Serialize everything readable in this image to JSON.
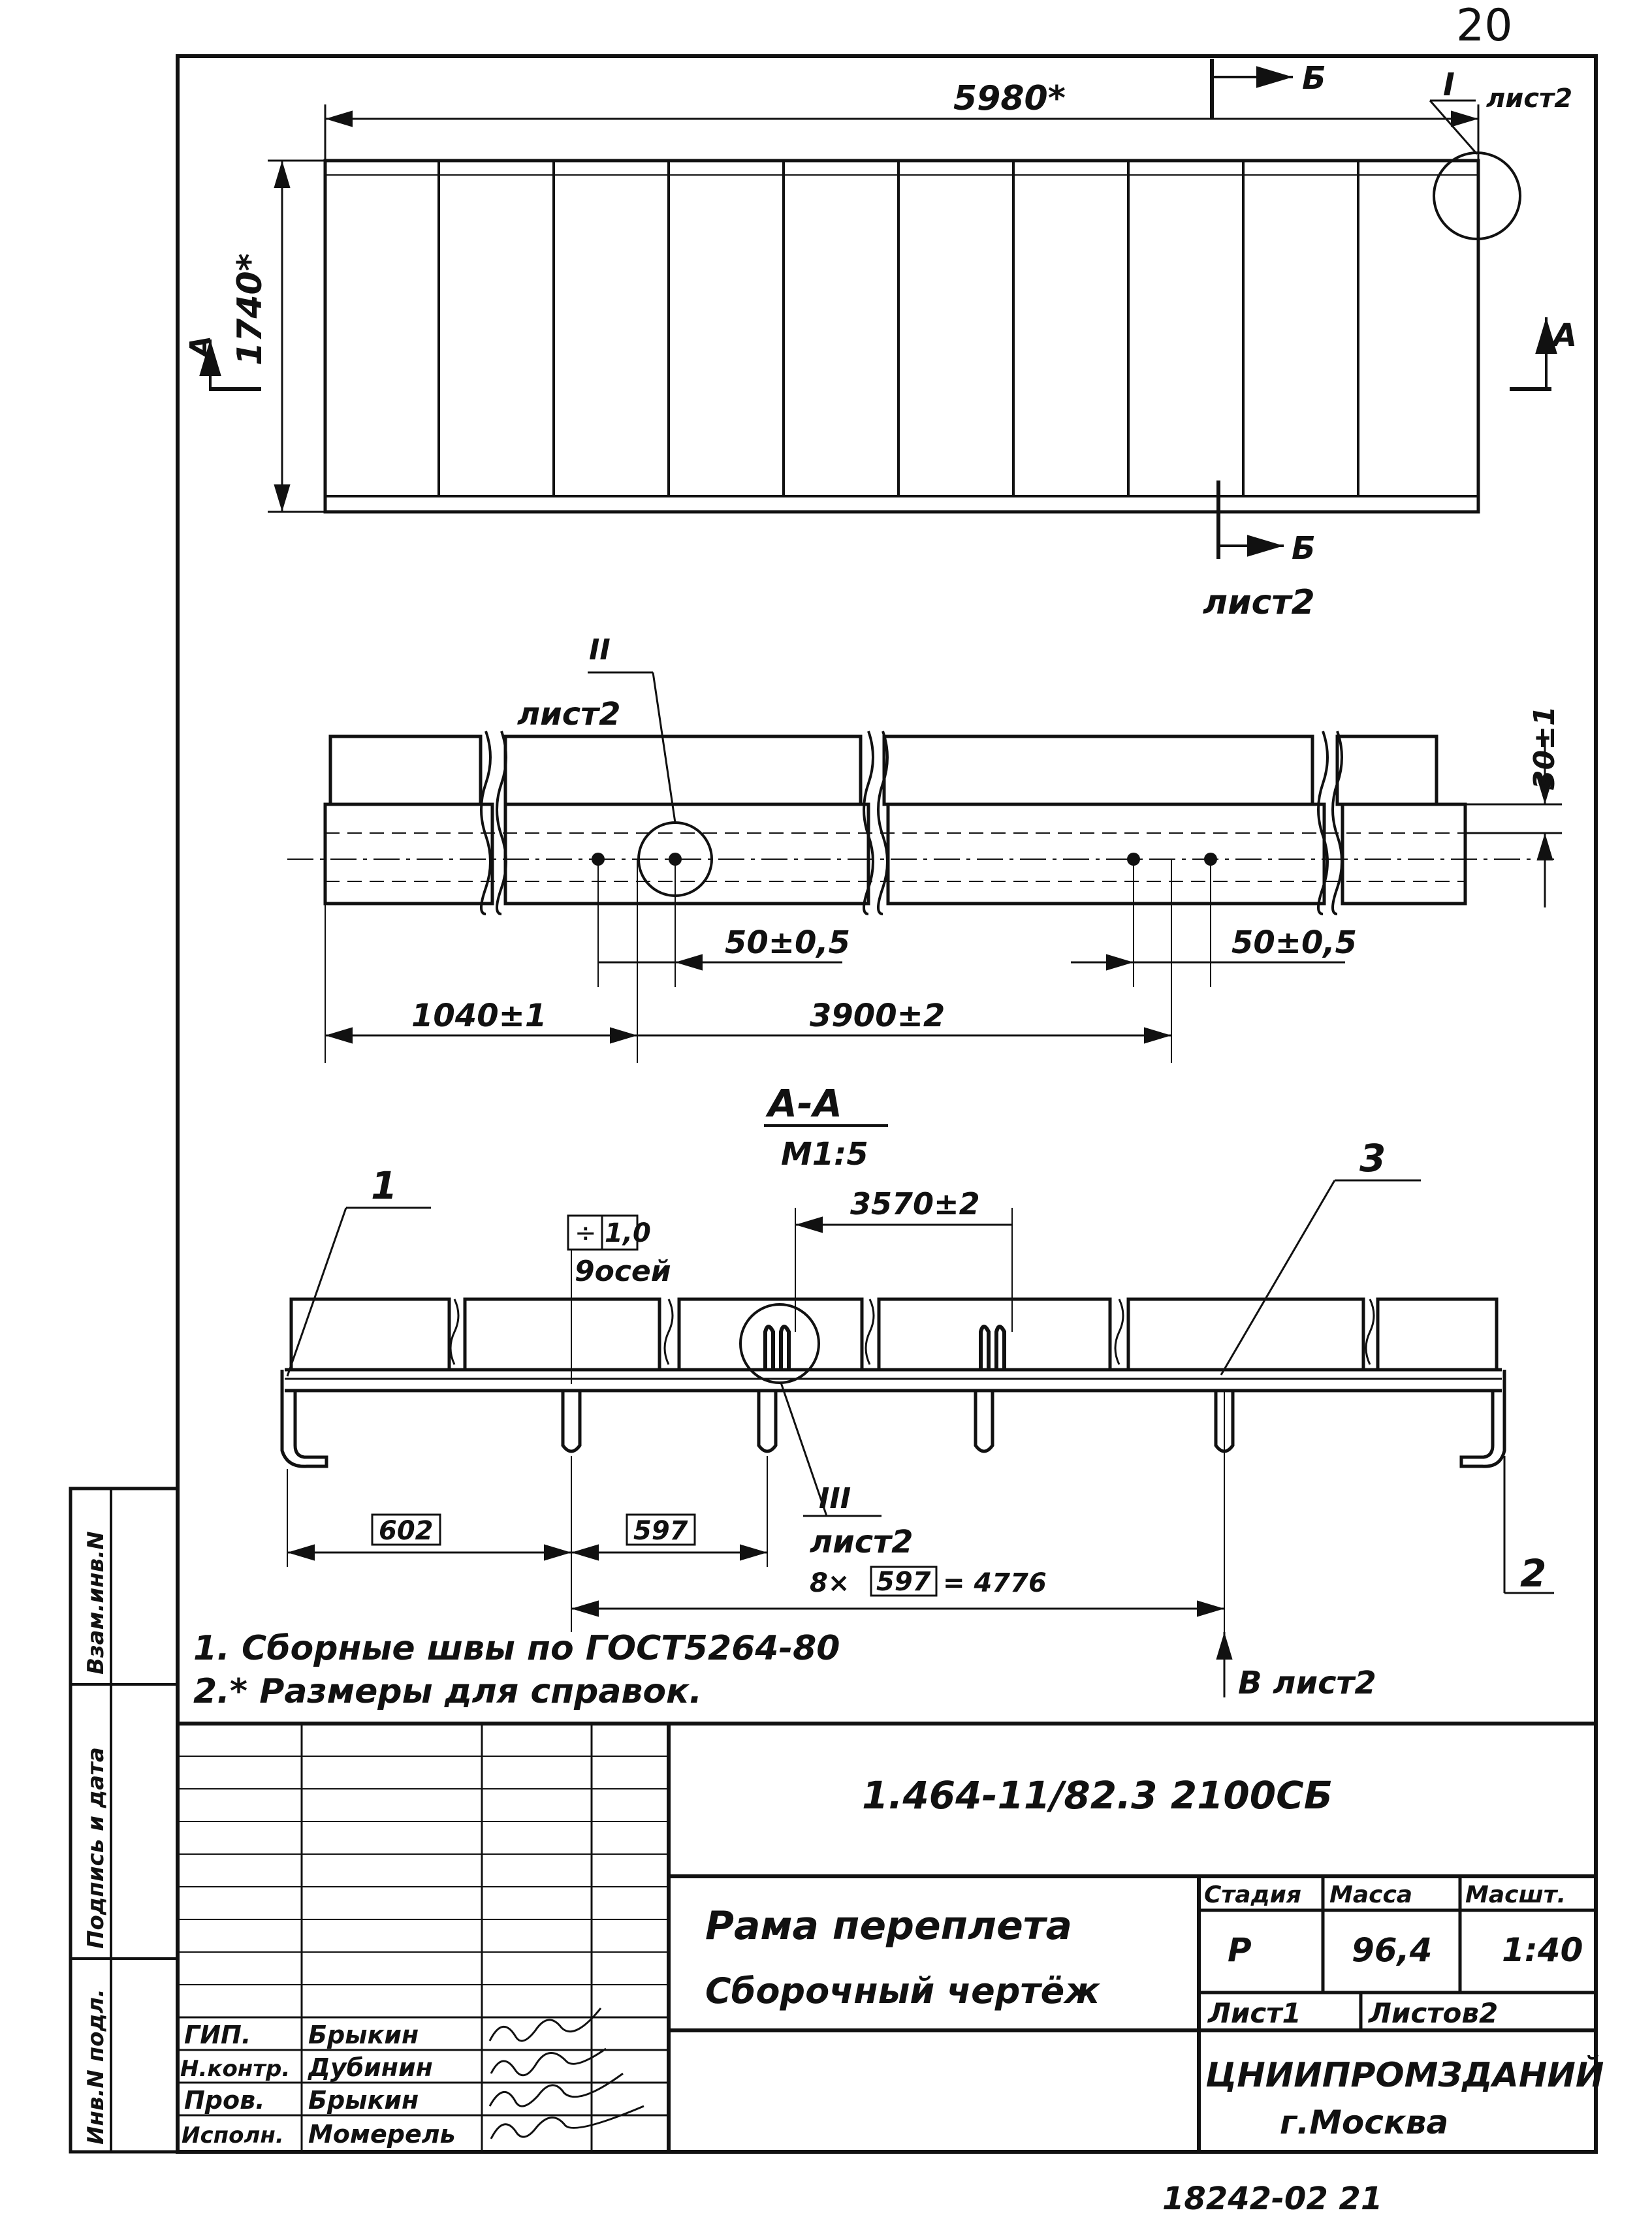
{
  "page_number": "20",
  "plan_view": {
    "length_dim": "5980*",
    "height_dim": "1740*",
    "section_b": "Б",
    "section_a": "А",
    "detail_i": "I",
    "detail_i_sheet": "лист2",
    "bottom_sheet_ref": "лист2"
  },
  "elevation_view": {
    "detail_ii": "II",
    "detail_ii_sheet": "лист2",
    "dim_30": "30±1",
    "dim_50_left": "50±0,5",
    "dim_50_right": "50±0,5",
    "dim_1040": "1040±1",
    "dim_3900": "3900±2"
  },
  "section_aa": {
    "title": "А-А",
    "scale": "М1:5",
    "pos_1": "1",
    "pos_2": "2",
    "pos_3": "3",
    "dim_3570": "3570±2",
    "tolerance_sign": "÷",
    "tolerance_value": "1,0",
    "tolerance_note": "9осей",
    "dim_602": "602",
    "dim_597": "597",
    "detail_iii": "III",
    "detail_iii_sheet": "лист2",
    "repeat_prefix": "8×",
    "repeat_box": "597",
    "repeat_total": "= 4776",
    "to_sheet": "В лист2"
  },
  "notes": [
    "1. Сборные швы по ГОСТ5264-80",
    "2.* Размеры для справок."
  ],
  "side_stamp": {
    "inv_orig": "Инв.N подл.",
    "sign_date": "Подпись и дата",
    "inv_replace": "Взам.инв.N"
  },
  "title_block": {
    "code": "1.464-11/82.3   2100СБ",
    "name": "Рама переплета",
    "doc_type": "Сборочный чертёж",
    "col_stage": "Стадия",
    "col_mass": "Масса",
    "col_scale": "Масшт.",
    "stage": "Р",
    "mass": "96,4",
    "scale": "1:40",
    "sheet": "Лист1",
    "sheets": "Листов2",
    "org": "ЦНИИПРОМЗДАНИЙ",
    "city": "г.Москва",
    "roles": [
      {
        "role": "ГИП.",
        "name": "Брыкин"
      },
      {
        "role": "Н.контр.",
        "name": "Дубинин"
      },
      {
        "role": "Пров.",
        "name": "Брыкин"
      },
      {
        "role": "Исполн.",
        "name": "Момерель"
      }
    ]
  },
  "bottom_code": "18242-02   21"
}
